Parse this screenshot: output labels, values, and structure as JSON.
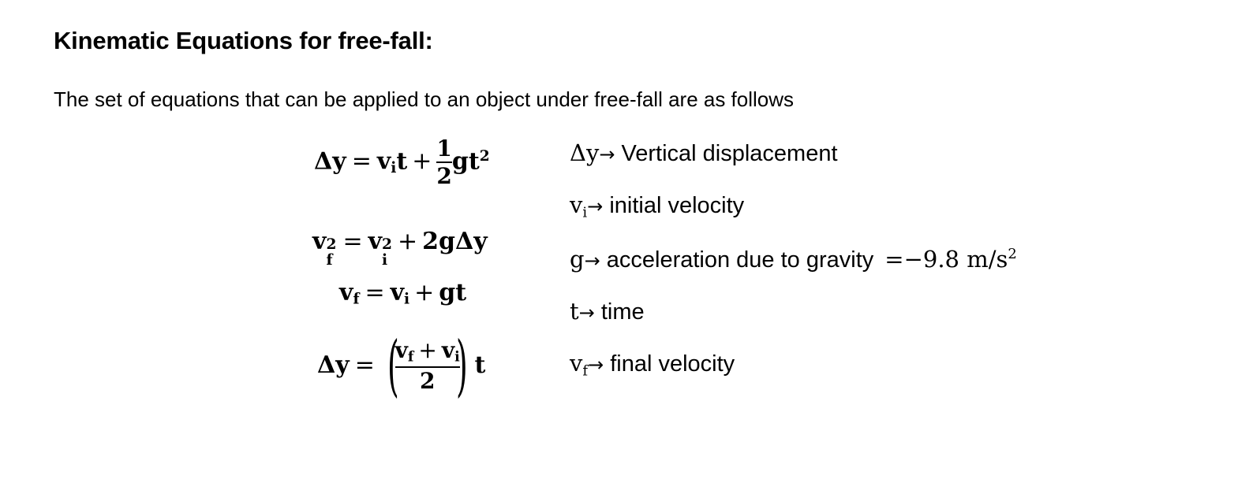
{
  "title": "Kinematic Equations for free-fall:",
  "intro": "The set of equations that can be applied to an object under free-fall are as follows",
  "equations": {
    "eq1": {
      "lhs": "Δy",
      "eq": "=",
      "v": "v",
      "v_sub": "i",
      "t": "t",
      "plus": "+",
      "num": "1",
      "den": "2",
      "g": "g",
      "t2": "t",
      "exp": "2"
    },
    "eq2": {
      "v": "v",
      "f": "f",
      "two": "2",
      "eq": "=",
      "i": "i",
      "plus": "+",
      "rest": "2gΔy"
    },
    "eq3": {
      "v": "v",
      "f": "f",
      "eq": "=",
      "i": "i",
      "plus": "+",
      "gt": "gt"
    },
    "eq4": {
      "lhs": "Δy",
      "eq": "=",
      "lp": "(",
      "rp": ")",
      "v": "v",
      "f": "f",
      "plus": "+",
      "i": "i",
      "den": "2",
      "t": "t"
    }
  },
  "definitions": [
    {
      "sym": "Δy",
      "sub": "",
      "arrow": "→",
      "text": "Vertical displacement"
    },
    {
      "sym": "v",
      "sub": "i",
      "arrow": "→",
      "text": "initial velocity"
    },
    {
      "sym": "g",
      "sub": "",
      "arrow": "→",
      "text": "acceleration due to gravity",
      "value": "=−9.8 m/s",
      "value_exp": "2"
    },
    {
      "sym": "t",
      "sub": "",
      "arrow": "→",
      "text": "time"
    },
    {
      "sym": "v",
      "sub": "f",
      "arrow": "→",
      "text": "final velocity"
    }
  ]
}
